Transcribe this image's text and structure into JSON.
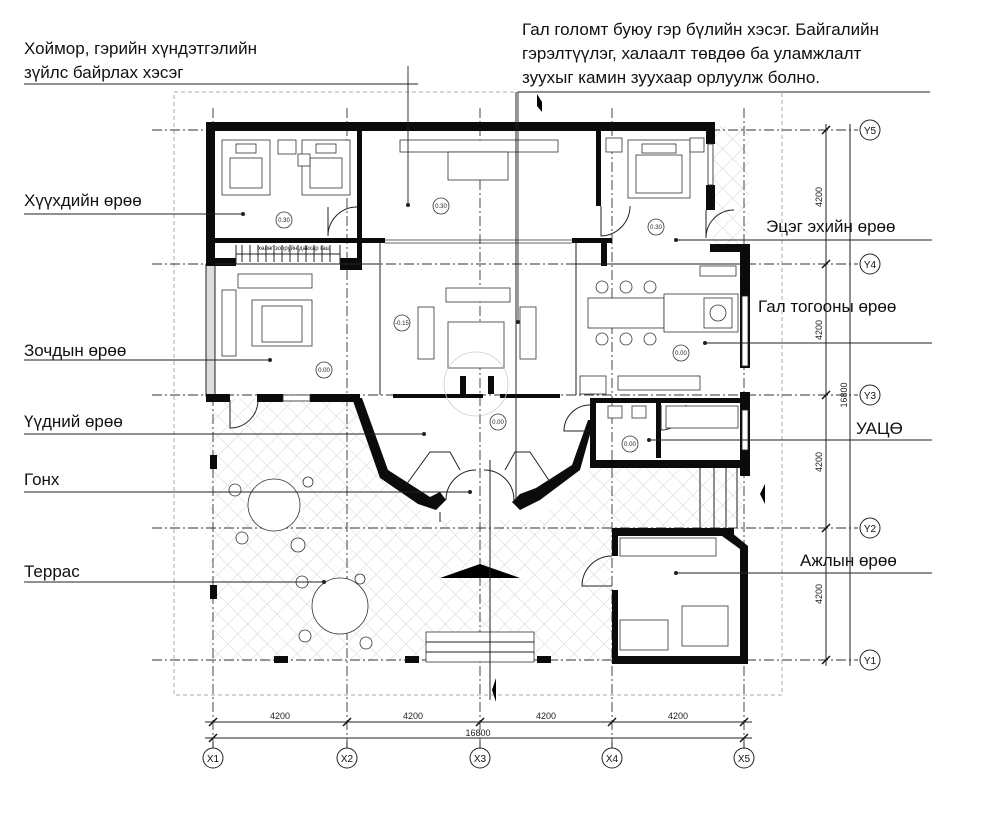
{
  "annotations": {
    "hoimor": [
      "Хоймор, гэрийн хүндэтгэлийн",
      "зүйлс байрлах хэсэг"
    ],
    "hearth": [
      "Гал голомт буюу гэр бүлийн хэсэг. Байгалийн",
      "гэрэлтүүлэг, халаалт төвдөө ба уламжлалт",
      "зуухыг камин зуухаар орлуулж болно."
    ]
  },
  "rooms": {
    "children": "Хүүхдийн өрөө",
    "parents": "Эцэг эхийн өрөө",
    "kitchen": "Гал тогооны өрөө",
    "guest": "Зочдын өрөө",
    "entrance": "Үүдний өрөө",
    "bathroom": "УАЦӨ",
    "porch": "Гонх",
    "work": "Ажлын өрөө",
    "terrace": "Террас"
  },
  "axes": {
    "x": [
      "X1",
      "X2",
      "X3",
      "X4",
      "X5"
    ],
    "y": [
      "Y5",
      "Y4",
      "Y3",
      "Y2",
      "Y1"
    ]
  },
  "dimensions": {
    "bay": "4200",
    "total": "16800",
    "x_bays": [
      "4200",
      "4200",
      "4200",
      "4200"
    ],
    "y_bays": [
      "4200",
      "4200",
      "4200",
      "4200"
    ]
  },
  "levels": {
    "children": "0.30",
    "hoimor": "0.30",
    "parents": "0.30",
    "living": "-0.15",
    "guest": "0.00",
    "kitchen": "0.00",
    "entrance": "0.00",
    "bathroom": "0.00"
  },
  "stair_note": "хөлөг зооруйн давхар гаш"
}
